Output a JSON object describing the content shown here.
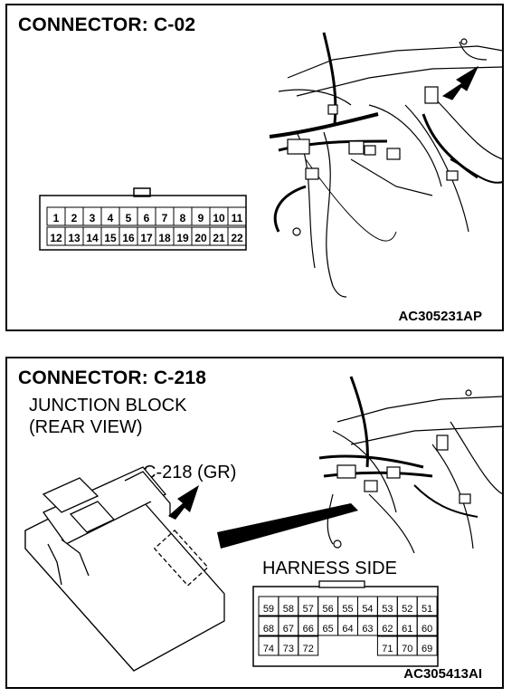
{
  "connector1": {
    "title": "CONNECTOR: C-02",
    "pins_top": [
      "1",
      "2",
      "3",
      "4",
      "5",
      "6",
      "7",
      "8",
      "9",
      "10",
      "11"
    ],
    "pins_bottom": [
      "12",
      "13",
      "14",
      "15",
      "16",
      "17",
      "18",
      "19",
      "20",
      "21",
      "22"
    ],
    "figure_code": "AC305231AP"
  },
  "connector2": {
    "title": "CONNECTOR: C-218",
    "location_line1": "JUNCTION BLOCK",
    "location_line2": "(REAR VIEW)",
    "callout": "C-218 (GR)",
    "harness_label": "HARNESS SIDE",
    "pins_row1": [
      "59",
      "58",
      "57",
      "56",
      "55",
      "54",
      "53",
      "52",
      "51"
    ],
    "pins_row2": [
      "68",
      "67",
      "66",
      "65",
      "64",
      "63",
      "62",
      "61",
      "60"
    ],
    "pins_row3": [
      "74",
      "73",
      "72",
      "",
      "",
      "",
      "71",
      "70",
      "69"
    ],
    "figure_code": "AC305413AI"
  }
}
